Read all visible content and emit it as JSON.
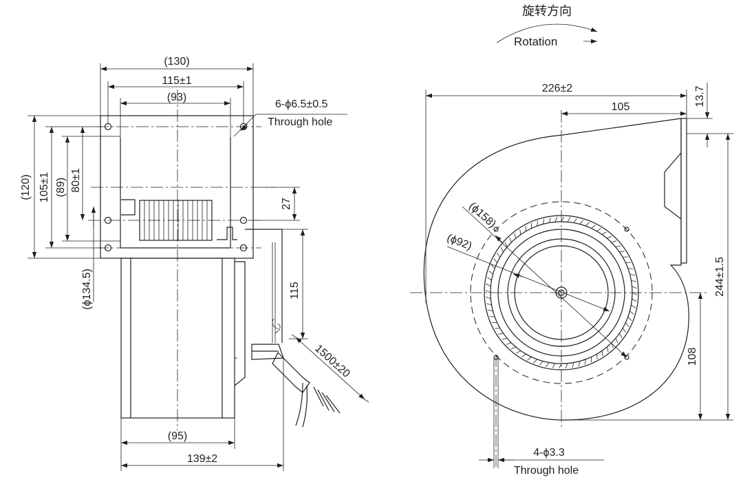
{
  "rotation": {
    "title_cn": "旋转方向",
    "title_en": "Rotation"
  },
  "side_view": {
    "dim_width_outer": "(130)",
    "dim_width_holes": "115±1",
    "dim_width_inner": "(93)",
    "hole_callout": "6-ϕ6.5±0.5",
    "hole_callout_sub": "Through hole",
    "dim_height_outer": "(120)",
    "dim_height_holes": "105±1",
    "dim_height_inner": "(89)",
    "dim_height_mid": "80±1",
    "dim_diameter": "(ϕ134.5)",
    "dim_27": "27",
    "dim_115": "115",
    "dim_cable": "1500±20",
    "dim_bottom_inner": "(95)",
    "dim_bottom_outer": "139±2"
  },
  "front_view": {
    "dim_width": "226±2",
    "dim_105": "105",
    "dim_13_7": "13.7",
    "dim_phi158": "(ϕ158)",
    "dim_phi92": "(ϕ92)",
    "dim_height": "244±1.5",
    "dim_108": "108",
    "hole_callout": "4-ϕ3.3",
    "hole_callout_sub": "Through hole"
  }
}
